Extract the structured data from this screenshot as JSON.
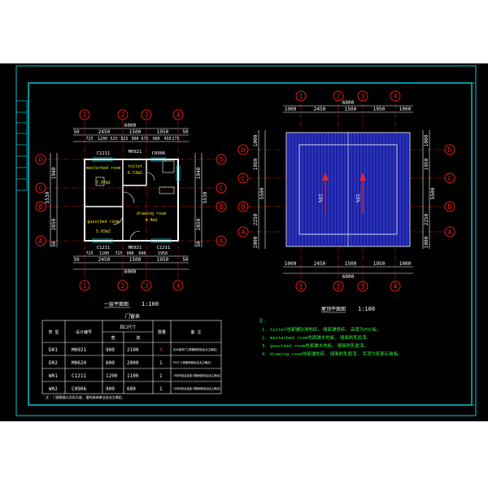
{
  "plan_left": {
    "grid_cols": [
      "1",
      "2",
      "3",
      "4"
    ],
    "grid_rows": [
      "D",
      "C",
      "B",
      "A"
    ],
    "top_dims_outer": [
      "50",
      "2450",
      "1500",
      "1950",
      "50"
    ],
    "top_dims_inner": [
      "725",
      "1200",
      "525",
      "825",
      "900",
      "675",
      "900",
      "450",
      "275"
    ],
    "total_width": "6000",
    "bottom_dims_inner": [
      "725",
      "1200",
      "725",
      "900",
      "600",
      "1950"
    ],
    "bottom_dims_outer": [
      "50",
      "2450",
      "1500",
      "1950",
      "50"
    ],
    "side_dims_left": [
      "1940",
      "5530",
      "2850",
      "50"
    ],
    "side_dims_right": [
      "1940",
      "5530",
      "2850",
      "50"
    ],
    "window_tags": [
      "C1211",
      "C0906",
      "C1211",
      "M0921",
      "C1211"
    ],
    "rooms": [
      {
        "name": "masterbed room",
        "area": "7.07m2"
      },
      {
        "name": "toilet",
        "area": "6.53m2"
      },
      {
        "name": "guestbed room",
        "area": "5.65m2"
      },
      {
        "name": "drawing room",
        "area": "4.4m2"
      }
    ],
    "door_tag": "M0921",
    "title": "一层平面图",
    "scale": "1:100"
  },
  "plan_right": {
    "grid_cols": [
      "1",
      "2",
      "3",
      "4"
    ],
    "grid_rows": [
      "D",
      "C",
      "B",
      "A"
    ],
    "top_dims_outer": [
      "1000",
      "2450",
      "1500",
      "1950",
      "1000"
    ],
    "total_width": "6000",
    "bottom_dims_outer": [
      "1000",
      "2450",
      "1500",
      "1950",
      "1000"
    ],
    "side_dims_left": [
      "1000",
      "1950",
      "5500",
      "2250",
      "1000"
    ],
    "side_dims_right": [
      "1000",
      "1950",
      "5500",
      "2250",
      "1000"
    ],
    "slope_left": "15%",
    "slope_right": "15%",
    "title": "屋顶平面图",
    "scale": "1:100"
  },
  "door_table": {
    "title": "门窗表",
    "headers": [
      "类 型",
      "设计编号",
      "洞口尺寸",
      "数量",
      "备 注"
    ],
    "subheaders": [
      "宽",
      "高"
    ],
    "rows": [
      {
        "type": "D01",
        "code": "M0921",
        "w": "900",
        "h": "2100",
        "qty": "4",
        "note": "实木装饰门(规格和颜色由业主确定)"
      },
      {
        "type": "D02",
        "code": "M0620",
        "w": "600",
        "h": "2000",
        "qty": "1",
        "note": "PVC门(规格和颜色由业主确定)"
      },
      {
        "type": "W01",
        "code": "C1211",
        "w": "1200",
        "h": "1100",
        "qty": "1",
        "note": "70系列铝合金窗(规格和颜色由业主确定)"
      },
      {
        "type": "W02",
        "code": "C0906",
        "w": "900",
        "h": "600",
        "qty": "1",
        "note": "70系列铝合金窗(规格和颜色由业主确定)"
      }
    ],
    "footnote": "注: 门窗数量以实际为准, 窗的具体做法由业主确定。"
  },
  "notes": {
    "heading": "注:",
    "items": [
      "1. toilet地面铺防滑地砖, 墙面铺瓷砖, 高度为PVC板。",
      "2. masterbed room地面铺木地板, 墙面刷乳胶漆。",
      "3. guestbed room地面铺木地板, 墙面刷乳胶漆。",
      "4. drawing room地面铺地砖, 墙面刷乳胶漆, 吊顶为纸面石膏板。"
    ]
  },
  "colors": {
    "background": "#000000",
    "frame": "#00c8d2",
    "wall": "#ffffff",
    "grid_bubble": "#e81b1b",
    "dimension": "#ffffff",
    "room_text": "#f2e600",
    "roof_fill": "#1c1f9e",
    "roof_line": "#4c6aff",
    "notes_text": "#32e83c",
    "arrow": "#e8242e"
  }
}
